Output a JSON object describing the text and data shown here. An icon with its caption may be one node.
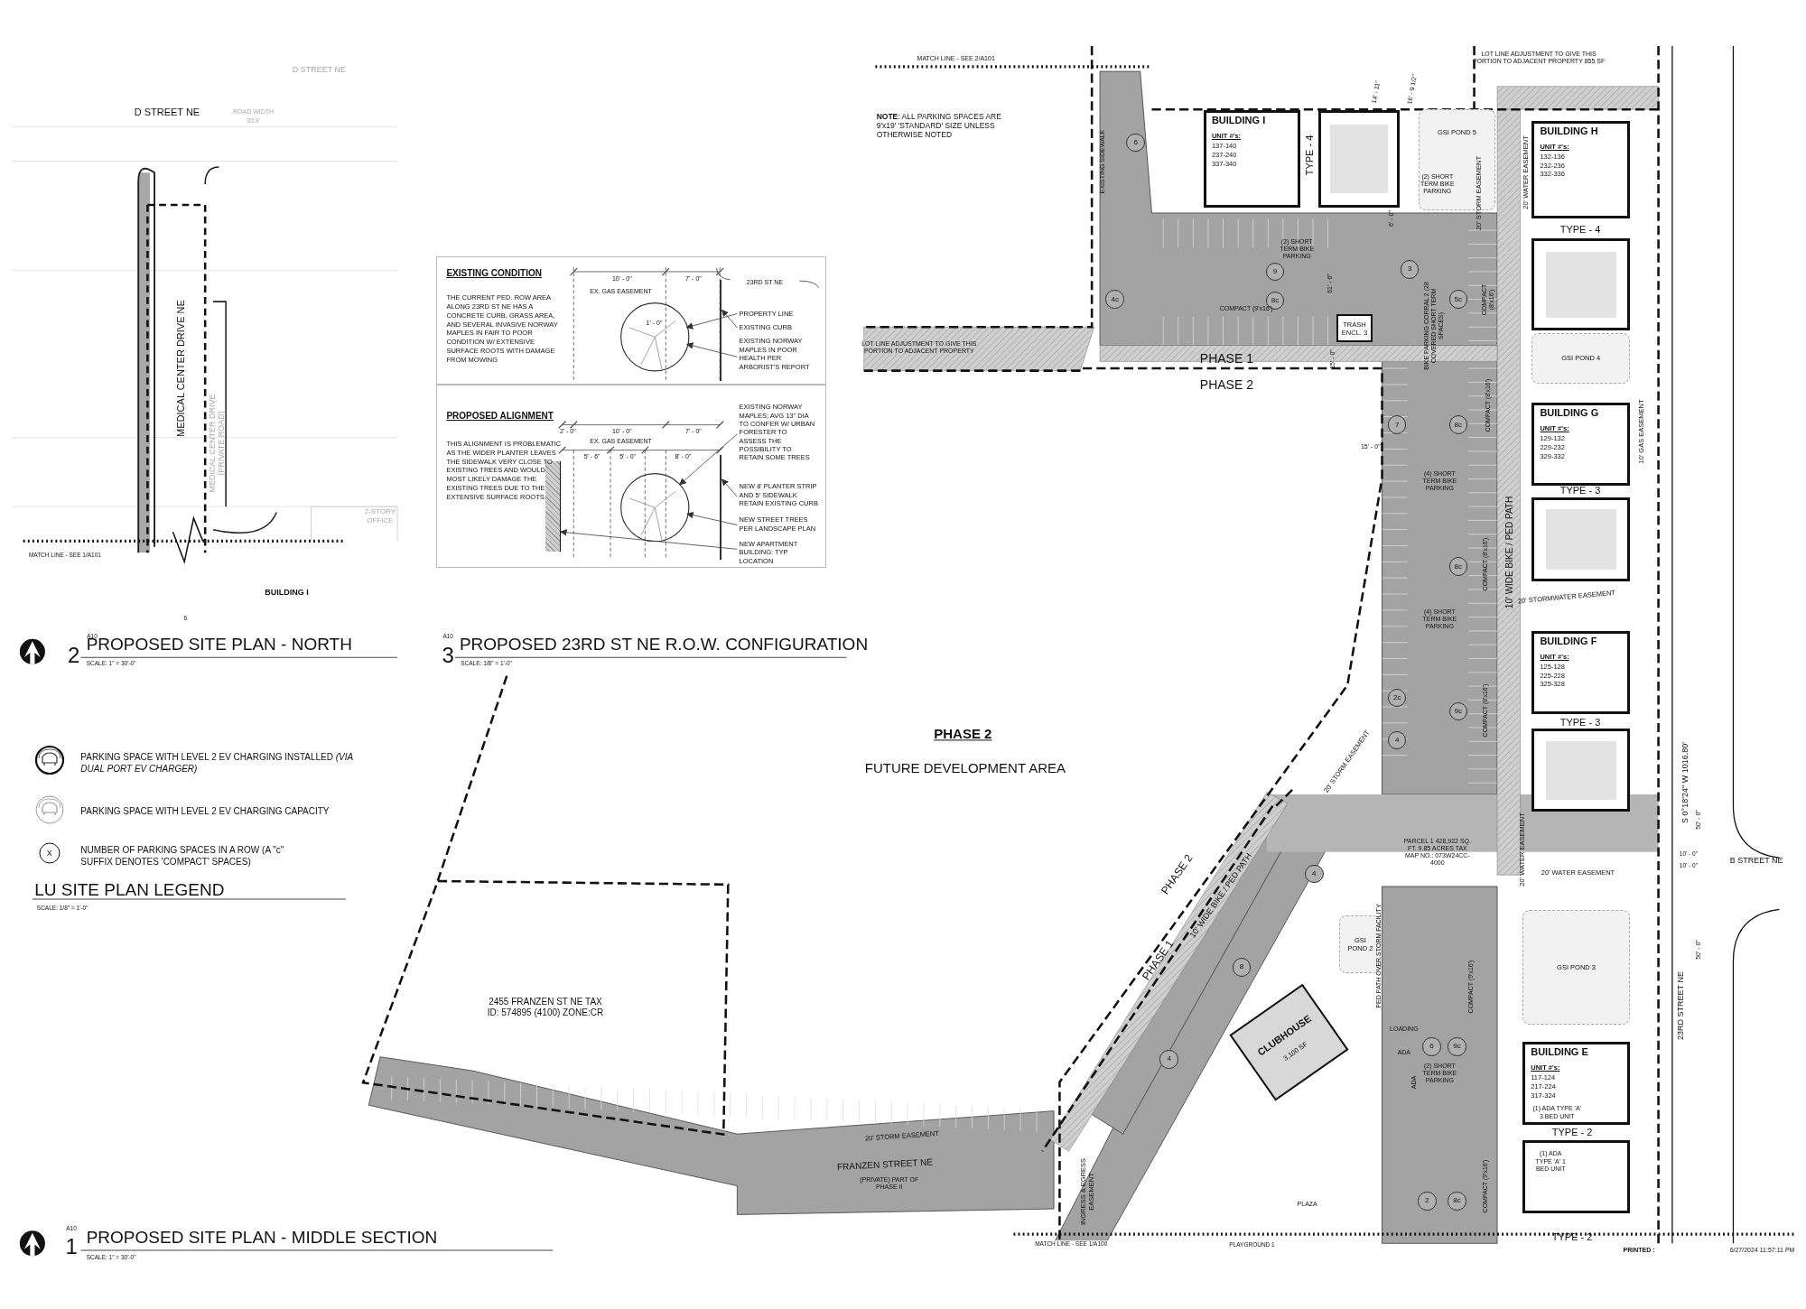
{
  "diagram": {
    "nodes": [
      {
        "text": [
          "EXISTING CONDITION",
          "THE CURRENT PED. ROW AREA ALONG 23RD ST NE HAS A CONCRETE CURB, GRASS AREA, AND SEVERAL INVASIVE NORWAY MAPLES IN FAIR TO POOR CONDITION W/ EXTENSIVE SURFACE ROOTS WITH DAMAGE FROM MOWING"
        ]
      },
      {
        "text": [
          "PROPOSED ALIGNMENT",
          "THIS ALIGNMENT IS PROBLEMATIC AS THE WIDER PLANTER LEAVES THE SIDEWALK VERY CLOSE TO EXISTING TREES AND WOULD MOST LIKELY DAMAGE THE EXISTING TREES DUE TO THE EXTENSIVE SURFACE ROOTS."
        ]
      },
      {
        "text": [
          "PROPERTY LINE"
        ],
        "in": 0
      },
      {
        "text": [
          "EXISTING CURB"
        ],
        "in": 0
      },
      {
        "text": [
          "EXISTING NORWAY MAPLES IN POOR HEALTH PER ARBORIST'S REPORT"
        ],
        "in": 0
      },
      {
        "text": [
          "EXISTING NORWAY MAPLES; AVG 13\" DIA TO CONFER W/ URBAN FORESTER TO ASSESS THE POSSIBILITY TO RETAIN SOME TREES"
        ],
        "in": 1
      },
      {
        "text": [
          "NEW 8' PLANTER STRIP AND 5' SIDEWALK RETAIN EXISTING CURB"
        ],
        "in": 1
      },
      {
        "text": [
          "NEW STREET TREES PER LANDSCAPE PLAN"
        ],
        "in": 1
      },
      {
        "text": [
          "NEW APARTMENT BUILDING: TYP LOCATION"
        ],
        "in": 1
      },
      {
        "text": [
          "BUILDING I",
          "UNIT #'s:",
          "137-140 237-240 337-340"
        ]
      },
      {
        "text": [],
        "shape": "box"
      },
      {
        "text": [
          "BUILDING H",
          "UNIT #'s:",
          "132-136 232-236 332-336"
        ]
      },
      {
        "text": [],
        "shape": "box"
      },
      {
        "text": [
          "BUILDING G",
          "UNIT #'s:",
          "129-132 229-232 329-332"
        ]
      },
      {
        "text": [],
        "shape": "box"
      },
      {
        "text": [
          "BUILDING F",
          "UNIT #'s:",
          "125-128 225-228 325-328"
        ]
      },
      {
        "text": [],
        "shape": "box"
      },
      {
        "text": [
          "BUILDING E",
          "UNIT #'s:",
          "117-124 217-224 317-324",
          "(1) ADA TYPE 'A' 3 BED UNIT"
        ]
      },
      {
        "text": [
          "(1) ADA TYPE 'A' 1 BED UNIT"
        ]
      },
      {
        "text": [
          "GSI POND 5"
        ]
      },
      {
        "text": [
          "GSI POND 4"
        ]
      },
      {
        "text": [
          "GSI POND 3"
        ]
      },
      {
        "text": [
          "GSI POND 2"
        ]
      },
      {
        "text": [
          "TRASH ENCL. 3"
        ]
      },
      {
        "text": [
          "CLUBHOUSE",
          "3,100 SF"
        ]
      },
      {
        "text": [
          "2455 FRANZEN ST NE TAX ID: 574895 (4100) ZONE:CR"
        ]
      },
      {
        "text": [
          "6"
        ]
      },
      {
        "text": [
          "9"
        ]
      },
      {
        "text": [
          "3"
        ]
      },
      {
        "text": [
          "4c"
        ]
      },
      {
        "text": [
          "8c"
        ]
      },
      {
        "text": [
          "5c"
        ]
      },
      {
        "text": [
          "7"
        ]
      },
      {
        "text": [
          "8c"
        ]
      },
      {
        "text": [
          "8c"
        ]
      },
      {
        "text": [
          "2c"
        ]
      },
      {
        "text": [
          "9c"
        ]
      },
      {
        "text": [
          "4"
        ]
      },
      {
        "text": [
          "4"
        ]
      },
      {
        "text": [
          "8"
        ]
      },
      {
        "text": [
          "6"
        ]
      },
      {
        "text": [
          "9c"
        ]
      },
      {
        "text": [
          "4"
        ]
      },
      {
        "text": [
          "2"
        ]
      },
      {
        "text": [
          "8c"
        ]
      },
      {
        "text": [],
        "shape": "picture",
        "in": 0
      },
      {
        "text": [],
        "shape": "picture",
        "in": 1
      },
      {
        "text": [],
        "shape": "box",
        "in": 1
      },
      {
        "text": [],
        "shape": "bar",
        "in": 0
      },
      {
        "text": [],
        "shape": "bar",
        "in": 1
      }
    ],
    "edges": [
      {
        "from": 2,
        "to": 45,
        "arrow": "to"
      },
      {
        "from": 3,
        "to": 48,
        "arrow": "to"
      },
      {
        "from": 4,
        "to": 45,
        "arrow": "to"
      },
      {
        "from": 5,
        "to": 46,
        "arrow": "to"
      },
      {
        "from": 6,
        "to": 49,
        "arrow": "to"
      },
      {
        "from": 7,
        "to": 46,
        "arrow": "to"
      },
      {
        "from": 8,
        "to": 47,
        "arrow": "to"
      }
    ],
    "labels": [
      "D STREET NE",
      "ROAD WIDTH",
      "33.9'",
      "D STREET NE",
      "MEDICAL CENTER DRIVE NE",
      "MEDICAL CENTER DRIVE (PRIVATE ROAD)",
      "2-STORY OFFICE",
      "MATCH LINE - SEE 1/A101",
      "BUILDING I",
      "6",
      "A10",
      "2",
      "PROPOSED SITE PLAN - NORTH",
      "SCALE: 1\" = 30'-0\"",
      "A10",
      "3",
      "PROPOSED 23RD ST NE R.O.W. CONFIGURATION",
      "SCALE: 1/8\" = 1'-0\"",
      "10' - 0\"",
      "7' - 0\"",
      "EX. GAS EASEMENT",
      "23RD ST NE",
      "1' - 0\"",
      "2' - 0\"",
      "10' - 0\"",
      "7' - 0\"",
      "EX. GAS EASEMENT",
      "5' - 6\"",
      "5' - 0\"",
      "8' - 0\"",
      "X",
      "LU SITE PLAN LEGEND",
      "SCALE: 1/8\" = 1'-0\"",
      "A10",
      "1",
      "PROPOSED SITE PLAN - MIDDLE SECTION",
      "SCALE: 1\" = 30'-0\"",
      "MATCH LINE - SEE 2/A101",
      "**NOTE**: ALL PARKING SPACES ARE 9'x19' 'STANDARD' SIZE UNLESS OTHERWISE NOTED",
      "EXISTING SIDEWALK",
      "TYPE - 4",
      "14' - 11\"",
      "16' - 9 1/2\"",
      "20' STORM EASEMENT",
      "(2) SHORT TERM BIKE PARKING",
      "20' WATER EASEMENT",
      "6' - 0\"",
      "(2) SHORT TERM BIKE PARKING",
      "61' - 6\"",
      "BIKE PARKING CORRAL 2 (28 COVERED SHORT TERM SPACES)",
      "COMPACT (8'x16')",
      "COMPACT (9'x16')",
      "LOT LINE ADJUSTMENT TO GIVE THIS PORTION TO ADJACENT PROPERTY",
      "PHASE 1",
      "PHASE 2",
      "15' - 0\"",
      "LOT LINE ADJUSTMENT TO GIVE THIS PORTION TO ADJACENT PROPERTY 855 SF",
      "TYPE - 4",
      "COMPACT (8'x16')",
      "15' - 0\"",
      "(4) SHORT TERM BIKE PARKING",
      "10' GAS EASEMENT",
      "TYPE - 3",
      "10' WIDE BIKE / PED PATH",
      "COMPACT (8'x16')",
      "20' STORMWATER EASEMENT",
      "(4) SHORT TERM BIKE PARKING",
      "TYPE - 3",
      "COMPACT (8'x16')",
      "PHASE 2",
      "FUTURE DEVELOPMENT AREA",
      "20' STORM EASEMENT",
      "S 0°18'24\" W 1016.80'",
      "50' - 0\"",
      "10' - 0\"",
      "10' - 0\"",
      "B STREET NE",
      "PARCEL 1 428,922 SQ. FT. 9.85 ACRES TAX MAP NO.: 073W24CC-4000",
      "20' WATER EASEMENT",
      "20' WATER EASEMENT",
      "PHASE 2",
      "10' WIDE BIKE / PED PATH",
      "PHASE 1",
      "PED PATH OVER STORM FACILITY",
      "COMPACT (9'x16')",
      "50' - 0\"",
      "23RD STREET NE",
      "LOADING",
      "ADA",
      "ADA",
      "(2) SHORT TERM BIKE PARKING",
      "TYPE - 2",
      "20' STORM EASEMENT",
      "FRANZEN STREET NE",
      "(PRIVATE) PART OF PHASE II",
      "INGRESS & EGRESS EASEMENT",
      "COMPACT (9'x16')",
      "PLAZA",
      "TYPE - 2",
      "MATCH LINE - SEE 1/A100",
      "PLAYGROUND 1",
      "PRINTED :",
      "6/27/2024 11:57:11 PM"
    ],
    "legend": [
      {
        "text": "PARKING SPACE WITH LEVEL 2 EV CHARGING INSTALLED *(VIA DUAL PORT EV CHARGER)*"
      },
      {
        "text": "PARKING SPACE WITH LEVEL 2 EV CHARGING CAPACITY"
      },
      {
        "text": "NUMBER OF PARKING SPACES IN A ROW (A \"c\" SUFFIX DENOTES 'COMPACT' SPACES)"
      }
    ]
  }
}
